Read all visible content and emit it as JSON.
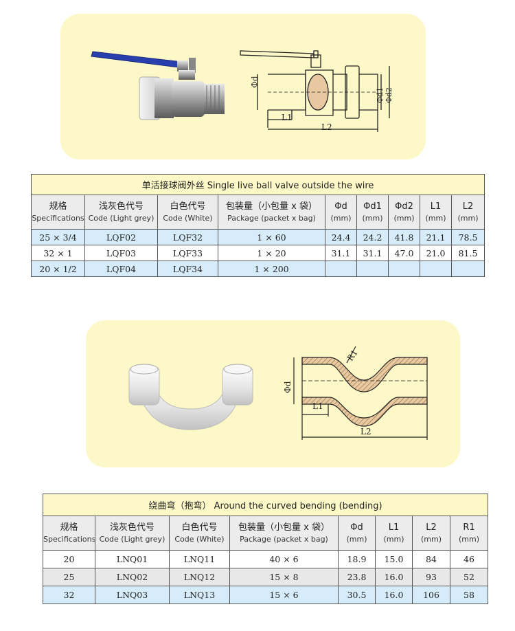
{
  "table1": {
    "title": "单活接球阀外丝 Single live ball valve outside the wire",
    "headers": [
      {
        "zh": "规格",
        "en": "Specifications"
      },
      {
        "zh": "浅灰色代号",
        "en": "Code (Light grey)"
      },
      {
        "zh": "白色代号",
        "en": "Code (White)"
      },
      {
        "zh": "包装量（小包量 x 袋）",
        "en": "Package (packet x bag)"
      },
      {
        "zh": "Φd",
        "en": "(mm)"
      },
      {
        "zh": "Φd1",
        "en": "(mm)"
      },
      {
        "zh": "Φd2",
        "en": "(mm)"
      },
      {
        "zh": "L1",
        "en": "(mm)"
      },
      {
        "zh": "L2",
        "en": "(mm)"
      }
    ],
    "rows": [
      [
        "25 × 3/4",
        "LQF02",
        "LQF32",
        "1 × 60",
        "24.4",
        "24.2",
        "41.8",
        "21.1",
        "78.5"
      ],
      [
        "32 × 1",
        "LQF03",
        "LQF33",
        "1 × 20",
        "31.1",
        "31.1",
        "47.0",
        "21.0",
        "81.5"
      ],
      [
        "20 × 1/2",
        "LQF04",
        "LQF34",
        "1 × 200",
        "",
        "",
        "",
        "",
        ""
      ]
    ]
  },
  "table2": {
    "title": "绕曲弯（抱弯） Around the curved bending (bending)",
    "headers": [
      {
        "zh": "规格",
        "en": "Specifications"
      },
      {
        "zh": "浅灰色代号",
        "en": "Code (Light grey)"
      },
      {
        "zh": "白色代号",
        "en": "Code (White)"
      },
      {
        "zh": "包装量（小包量 x 袋）",
        "en": "Package (packet x bag)"
      },
      {
        "zh": "Φd",
        "en": "(mm)"
      },
      {
        "zh": "L1",
        "en": "(mm)"
      },
      {
        "zh": "L2",
        "en": "(mm)"
      },
      {
        "zh": "R1",
        "en": "(mm)"
      }
    ],
    "rows": [
      [
        "20",
        "LNQ01",
        "LNQ11",
        "40 × 6",
        "18.9",
        "15.0",
        "84",
        "46"
      ],
      [
        "25",
        "LNQ02",
        "LNQ12",
        "15 × 8",
        "23.8",
        "16.0",
        "93",
        "52"
      ],
      [
        "32",
        "LNQ03",
        "LNQ13",
        "15 × 6",
        "30.5",
        "16.0",
        "106",
        "58"
      ]
    ]
  },
  "diagram1": {
    "labels": {
      "d": "Φd",
      "d1": "Φd1",
      "d2": "Φd2",
      "l1": "L1",
      "l2": "L2"
    }
  },
  "diagram2": {
    "labels": {
      "r1": "R1",
      "d": "Φd",
      "l1": "L1",
      "l2": "L2"
    }
  },
  "colors": {
    "panel": "#fdf8c8",
    "header": "#ececec",
    "row_blue": "#d6ecfa",
    "handle": "#2a3fae"
  }
}
